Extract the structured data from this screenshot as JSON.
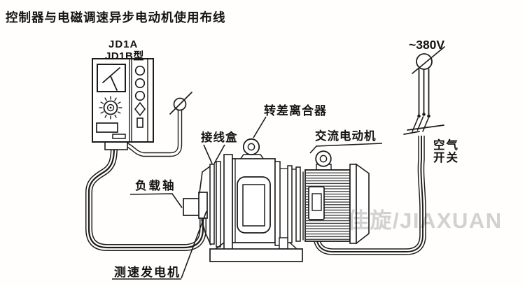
{
  "page": {
    "title": "控制器与电磁调速异步电动机使用布线"
  },
  "watermark": {
    "text": "佳旋/JIAXUAN"
  },
  "controller": {
    "model_line1": "JD1A",
    "model_line2": "JD1B型"
  },
  "labels": {
    "junction_box": "接线盒",
    "slip_clutch": "转差离合器",
    "ac_motor": "交流电动机",
    "power_supply": "~380V",
    "air_switch_line1": "空气",
    "air_switch_line2": "开关",
    "load_shaft": "负载轴",
    "tachogenerator": "测速发电机"
  },
  "colors": {
    "title": "#e8891c",
    "line": "#1c1c1c",
    "watermark": "#c7c7c7",
    "background": "#ffffff"
  }
}
